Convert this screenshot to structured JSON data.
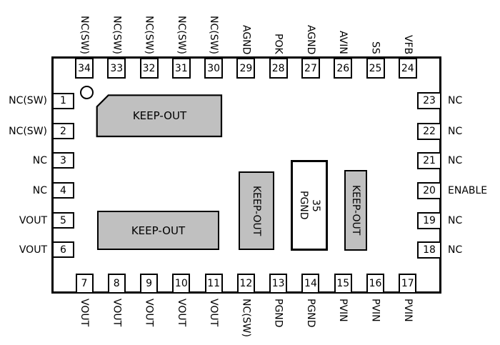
{
  "colors": {
    "keep_out_fill": "#c0c0c0",
    "line": "#000000",
    "background": "#ffffff"
  },
  "center_pad": {
    "number": "35",
    "label": "PGND"
  },
  "keep_outs": [
    {
      "label": "KEEP-OUT",
      "position": "top-left-chamfered"
    },
    {
      "label": "KEEP-OUT",
      "position": "bottom-left"
    },
    {
      "label": "KEEP-OUT",
      "position": "middle-left-vertical"
    },
    {
      "label": "KEEP-OUT",
      "position": "middle-right-vertical"
    }
  ],
  "pins": {
    "top": [
      {
        "number": "34",
        "label": "NC(SW)"
      },
      {
        "number": "33",
        "label": "NC(SW)"
      },
      {
        "number": "32",
        "label": "NC(SW)"
      },
      {
        "number": "31",
        "label": "NC(SW)"
      },
      {
        "number": "30",
        "label": "NC(SW)"
      },
      {
        "number": "29",
        "label": "AGND"
      },
      {
        "number": "28",
        "label": "POK"
      },
      {
        "number": "27",
        "label": "AGND"
      },
      {
        "number": "26",
        "label": "AVIN"
      },
      {
        "number": "25",
        "label": "SS"
      },
      {
        "number": "24",
        "label": "VFB"
      }
    ],
    "left": [
      {
        "number": "1",
        "label": "NC(SW)"
      },
      {
        "number": "2",
        "label": "NC(SW)"
      },
      {
        "number": "3",
        "label": "NC"
      },
      {
        "number": "4",
        "label": "NC"
      },
      {
        "number": "5",
        "label": "VOUT"
      },
      {
        "number": "6",
        "label": "VOUT"
      }
    ],
    "right": [
      {
        "number": "23",
        "label": "NC"
      },
      {
        "number": "22",
        "label": "NC"
      },
      {
        "number": "21",
        "label": "NC"
      },
      {
        "number": "20",
        "label": "ENABLE"
      },
      {
        "number": "19",
        "label": "NC"
      },
      {
        "number": "18",
        "label": "NC"
      }
    ],
    "bottom": [
      {
        "number": "7",
        "label": "VOUT"
      },
      {
        "number": "8",
        "label": "VOUT"
      },
      {
        "number": "9",
        "label": "VOUT"
      },
      {
        "number": "10",
        "label": "VOUT"
      },
      {
        "number": "11",
        "label": "VOUT"
      },
      {
        "number": "12",
        "label": "NC(SW)"
      },
      {
        "number": "13",
        "label": "PGND"
      },
      {
        "number": "14",
        "label": "PGND"
      },
      {
        "number": "15",
        "label": "PVIN"
      },
      {
        "number": "16",
        "label": "PVIN"
      },
      {
        "number": "17",
        "label": "PVIN"
      }
    ]
  }
}
